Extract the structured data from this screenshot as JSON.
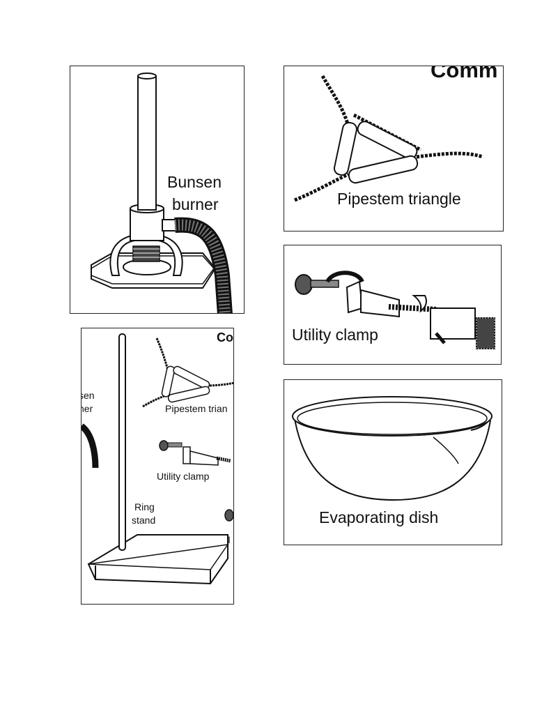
{
  "panels": {
    "bunsen": {
      "label_line1": "Bunsen",
      "label_line2": "burner"
    },
    "pipestem": {
      "label": "Pipestem triangle",
      "corner_text": "Comm"
    },
    "utility": {
      "label": "Utility clamp"
    },
    "dish": {
      "label": "Evaporating dish"
    },
    "ringstand": {
      "corner_text": "Co",
      "left_partial_1": "sen",
      "left_partial_2": "ner",
      "pipestem_partial": "Pipestem trian",
      "utility_label": "Utility clamp",
      "ring_line1": "Ring",
      "ring_line2": "stand",
      "right_partial": "I"
    }
  }
}
